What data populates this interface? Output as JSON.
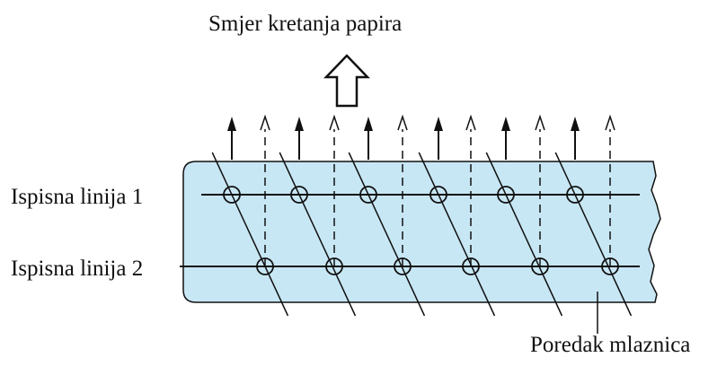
{
  "title": "Smjer kretanja papira",
  "labels": {
    "print_line_1": "Ispisna linija 1",
    "print_line_2": "Ispisna linija 2",
    "nozzle_row": "Poredak mlaznica"
  },
  "colors": {
    "paper_fill": "#c8e7f5",
    "stroke": "#111111"
  },
  "diagram": {
    "nozzles_per_line": 6,
    "print_lines": 2,
    "arrow_types": [
      "solid-filled",
      "dashed-open"
    ]
  }
}
